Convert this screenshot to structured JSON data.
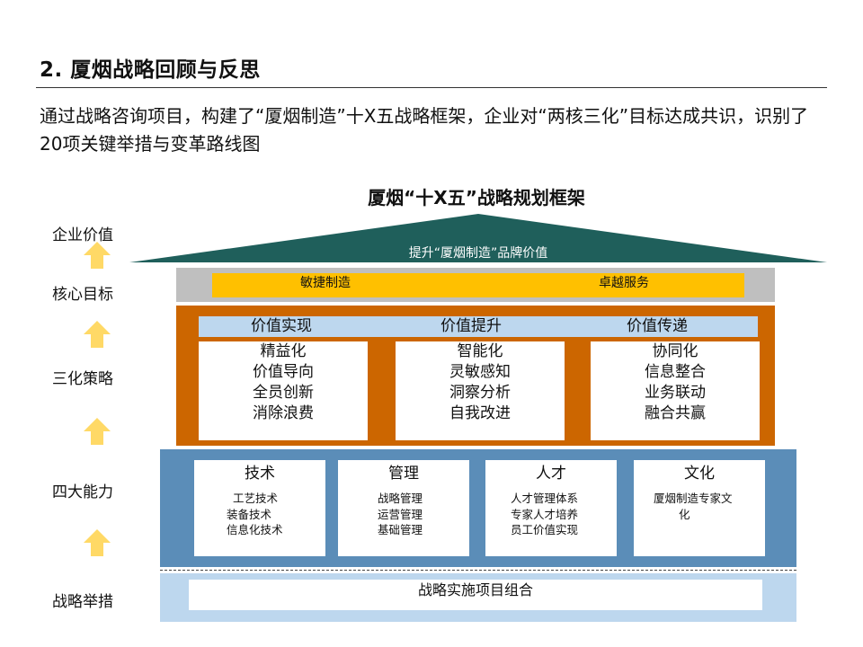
{
  "header": {
    "title": "2. 厦烟战略回顾与反思",
    "summary": "通过战略咨询项目，构建了“厦烟制造”十X五战略框架，企业对“两核三化”目标达成共识，识别了20项关键举措与变革路线图"
  },
  "framework": {
    "title": "厦烟“十X五”战略规划框架",
    "layers": {
      "value": "企业价值",
      "core": "核心目标",
      "strategy": "三化策略",
      "capability": "四大能力",
      "measures": "战略举措"
    },
    "roof": {
      "label": "提升“厦烟制造”品牌价值",
      "color": "#1f5f5b"
    },
    "goals": [
      "敏捷制造",
      "卓越服务"
    ],
    "strategies": [
      {
        "head": "价值实现",
        "items": [
          "精益化",
          "价值导向",
          "全员创新",
          "消除浪费"
        ]
      },
      {
        "head": "价值提升",
        "items": [
          "智能化",
          "灵敏感知",
          "洞察分析",
          "自我改进"
        ]
      },
      {
        "head": "价值传递",
        "items": [
          "协同化",
          "信息整合",
          "业务联动",
          "融合共赢"
        ]
      }
    ],
    "capabilities": [
      {
        "name": "技术",
        "items": [
          "工艺技术",
          "装备技术",
          "信息化技术"
        ]
      },
      {
        "name": "管理",
        "items": [
          "战略管理",
          "运营管理",
          "基础管理"
        ]
      },
      {
        "name": "人才",
        "items": [
          "人才管理体系",
          "专家人才培养",
          "员工价值实现"
        ]
      },
      {
        "name": "文化",
        "items": [
          "厦烟制造专家文",
          "化"
        ]
      }
    ],
    "measures_label": "战略实施项目组合",
    "colors": {
      "arrow": "#ffd966",
      "gray_band": "#bfbfbf",
      "goal_band": "#ffc000",
      "strategy_box": "#cc6600",
      "strategy_bar": "#bdd7ee",
      "capability_box": "#5b8db8",
      "measures_box": "#bdd7ee"
    }
  }
}
